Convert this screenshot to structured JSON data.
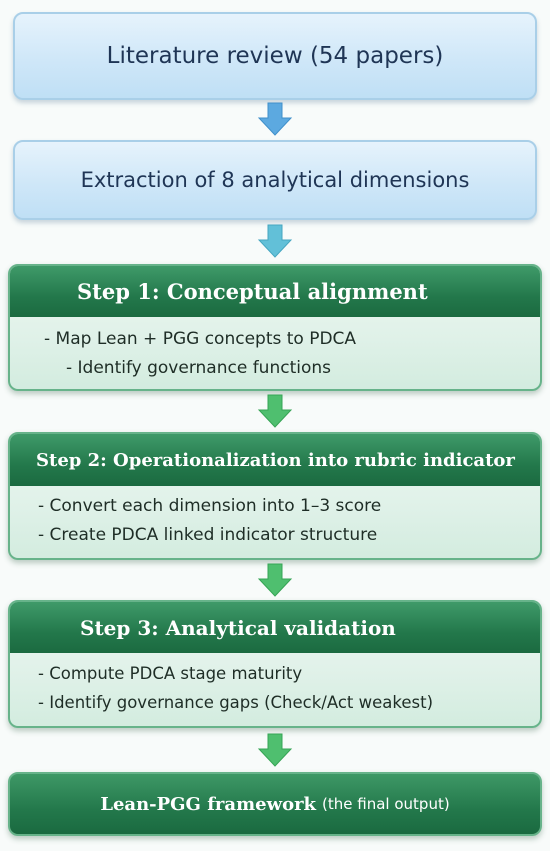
{
  "boxes": {
    "literature": "Literature review (54 papers)",
    "extraction": "Extraction of 8 analytical dimensions"
  },
  "steps": [
    {
      "title": "Step 1: Conceptual alignment",
      "items": [
        "- Map Lean + PGG concepts to PDCA",
        "- Identify governance functions"
      ]
    },
    {
      "title": "Step 2: Operationalization into rubric indicator",
      "items": [
        "- Convert each dimension into 1–3 score",
        "- Create PDCA linked indicator structure"
      ]
    },
    {
      "title": "Step 3: Analytical validation",
      "items": [
        "- Compute PDCA stage maturity",
        "- Identify governance gaps (Check/Act weakest)"
      ]
    }
  ],
  "final": {
    "title": "Lean-PGG framework",
    "subtitle": "(the final output)"
  },
  "colors": {
    "blue_box": "#cfe7f8",
    "green_header": "#23784b",
    "blue_arrow": "#5ca9e0",
    "green_arrow": "#4fbf6f"
  }
}
